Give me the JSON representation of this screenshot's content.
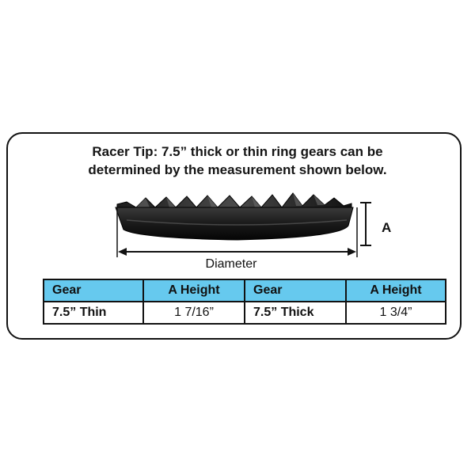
{
  "tip": {
    "line1": "Racer Tip: 7.5” thick or thin ring gears can be",
    "line2": "determined by the measurement shown below."
  },
  "diagram": {
    "height_label": "A",
    "diameter_label": "Diameter"
  },
  "table": {
    "headers": [
      "Gear",
      "A Height",
      "Gear",
      "A Height"
    ],
    "row": [
      "7.5” Thin",
      "1 7/16”",
      "7.5” Thick",
      "1 3/4”"
    ]
  },
  "colors": {
    "header_fill": "#66c9ee",
    "border": "#111111"
  }
}
